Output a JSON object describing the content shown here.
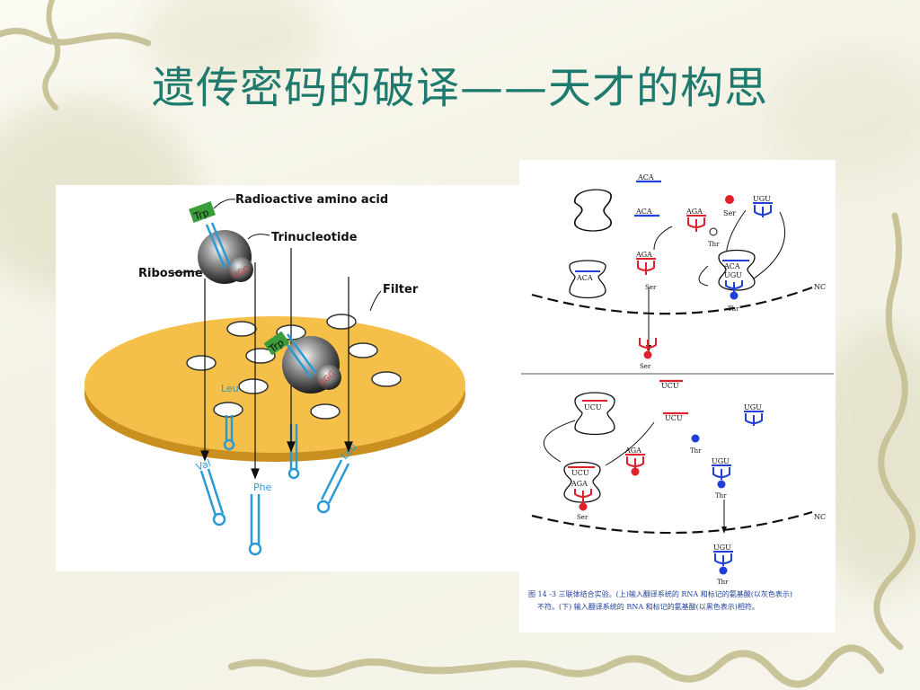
{
  "title": "遗传密码的破译——天才的构思",
  "left_figure": {
    "labels": {
      "radioactive_amino_acid": "Radioactive amino acid",
      "trinucleotide": "Trinucleotide",
      "ribosome": "Ribosome",
      "filter": "Filter"
    },
    "amino_acids": {
      "trp_top": "Trp",
      "trp_mid": "Trp",
      "leu_bound": "Leu",
      "val": "Val",
      "phe": "Phe",
      "leu_free": "Leu"
    },
    "codons": {
      "top": "UGG",
      "mid": "UGG"
    }
  },
  "right_figure": {
    "upper": {
      "mrna_top": "ACA",
      "mrna_left": "ACA",
      "trna_red_codon": "AGA",
      "ser_1": "Ser",
      "trna_blue_codon": "UGU",
      "thr_small": "Thr",
      "trna_red_2_codon": "AGA",
      "ribosome_a_codon": "ACA",
      "ser_2": "Ser",
      "ribo_b_mrna": "ACA",
      "ribo_b_trna": "UGU",
      "thr_bound": "Thr",
      "nc": "NC",
      "ser_passed": "Ser"
    },
    "lower": {
      "mrna_top": "UCU",
      "ribo_c_mrna": "UCU",
      "mrna_mid": "UCU",
      "trna_blue_codon": "UGU",
      "thr_free": "Thr",
      "trna_red_codon": "AGA",
      "ribo_d_mrna": "UCU",
      "ribo_d_trna": "AGA",
      "ser_bound": "Ser",
      "trna_blue_2_codon": "UGU",
      "thr_2": "Thr",
      "nc": "NC",
      "trna_bottom_codon": "UGU",
      "thr_passed": "Thr"
    },
    "caption_1": "图 14 -3  三联体结合实验。(上)输入翻译系统的 RNA 和标记的氨基酸(以灰色表示)",
    "caption_2": "不符。(下) 输入翻译系统的 RNA 和标记的氨基酸(以黑色表示)相符。"
  },
  "colors": {
    "title": "#1f7a6e",
    "trna_red": "#e0202a",
    "trna_blue": "#1f3fd6",
    "filter_fill": "#f4c04a",
    "caption": "#1f3f9a"
  }
}
